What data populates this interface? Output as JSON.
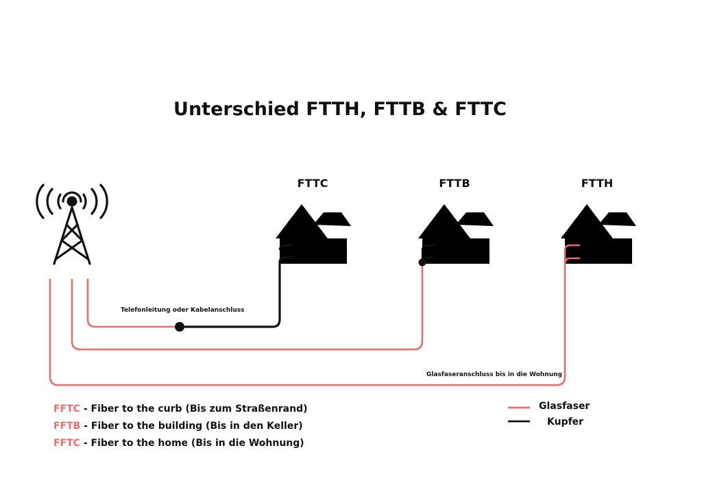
{
  "title": "Unterschied FTTH, FTTB & FTTC",
  "houses": [
    {
      "label": "FTTC"
    },
    {
      "label": "FTTB"
    },
    {
      "label": "FTTH"
    }
  ],
  "annotations": {
    "copper_line": "Telefonleitung oder Kabelanschluss",
    "fiber_home": "Glasfaseranschluss bis in die Wohnung"
  },
  "definitions": [
    {
      "abbr": "FFTC",
      "text": " - Fiber to the curb  (Bis zum Straßenrand)"
    },
    {
      "abbr": "FFTB",
      "text": " - Fiber to the building (Bis in den Keller)"
    },
    {
      "abbr": "FFTC",
      "text": " - Fiber to the home (Bis in die Wohnung)"
    }
  ],
  "legend": [
    {
      "label": "Glasfaser",
      "color": "#ee6b6b"
    },
    {
      "label": "Kupfer",
      "color": "#111111"
    }
  ],
  "colors": {
    "fiber": "#ee6b6b",
    "copper": "#111111",
    "abbr": "#ee6b6b"
  },
  "icons": [
    "antenna-tower-icon",
    "house-icon"
  ]
}
